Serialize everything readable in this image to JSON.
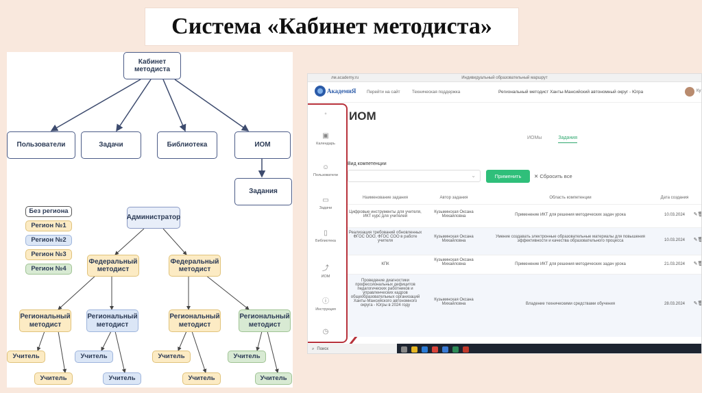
{
  "title": "Система «Кабинет методиста»",
  "diagram_top": {
    "root": "Кабинет методиста",
    "children": [
      "Пользователи",
      "Задачи",
      "Библиотека",
      "ИОМ"
    ],
    "iom_child": "Задания"
  },
  "diagram_bottom": {
    "legend": [
      "Без региона",
      "Регион №1",
      "Регион №2",
      "Регион №3",
      "Регион №4"
    ],
    "admin": "Администратор",
    "federal": "Федеральный методист",
    "regional": "Региональный методист",
    "teacher": "Учитель"
  },
  "colors": {
    "legend": [
      "#ffffff",
      "#fcebc4",
      "#dbe6f6",
      "#fcebc4",
      "#d8ead3"
    ],
    "accent_green": "#2fbf7a",
    "highlight_red": "#b7313a"
  },
  "screenshot": {
    "browser_url": "лм.academy.ru",
    "browser_tab": "Индивидуальный образовательный маршрут",
    "header": {
      "logo": "АкадемиЯ",
      "site_link": "Перейти на сайт",
      "support_link": "Техническая поддержка",
      "role": "Региональный методист    Ханты-Мансийский автономный округ - Югра",
      "user_short": "Ку"
    },
    "sidebar": [
      {
        "icon": "calendar-icon",
        "label": "Календарь"
      },
      {
        "icon": "users-icon",
        "label": "Пользователи"
      },
      {
        "icon": "tasks-icon",
        "label": "Задачи"
      },
      {
        "icon": "library-icon",
        "label": "Библиотека"
      },
      {
        "icon": "chart-icon",
        "label": "ИОМ"
      },
      {
        "icon": "info-icon",
        "label": "Инструкция"
      }
    ],
    "page_title": "ИОМ",
    "tabs": [
      "ИОМы",
      "Задания"
    ],
    "competence_label": "Вид компетенции",
    "apply_label": "Применить",
    "reset_label": "✕ Сбросить все",
    "table": {
      "headers": [
        "Наименование задания",
        "Автор задания",
        "Область компетенции",
        "Дата создания"
      ],
      "rows": [
        {
          "name": "Цифровые инструменты для учителя, ИКТ курс для учителей",
          "author": "Кузьминская Оксана Михайловна",
          "area": "Применение ИКТ для решения методических задач урока",
          "date": "10.03.2024"
        },
        {
          "name": "Реализация требований обновленных ФГОС ООО, ФГОС СОО в работе учителя",
          "author": "Кузьминская Оксана Михайловна",
          "area": "Умение создавать электронные образовательные материалы для повышения эффективности и качества образовательного процесса",
          "date": "10.03.2024"
        },
        {
          "name": "КПК",
          "author": "Кузьминская Оксана Михайловна",
          "area": "Применение ИКТ для решения методических задач урока",
          "date": "21.03.2024"
        },
        {
          "name": "Проведение диагностики профессиональных дефицитов педагогических работников и управленческих кадров общеобразовательных организаций Ханты-Мансийского автономного округа - Югры в 2024 году",
          "author": "Кузьминская Оксана Михайловна",
          "area": "Владение техническими средствами обучения",
          "date": "28.03.2024"
        }
      ]
    },
    "taskbar_search": "Поиск"
  }
}
